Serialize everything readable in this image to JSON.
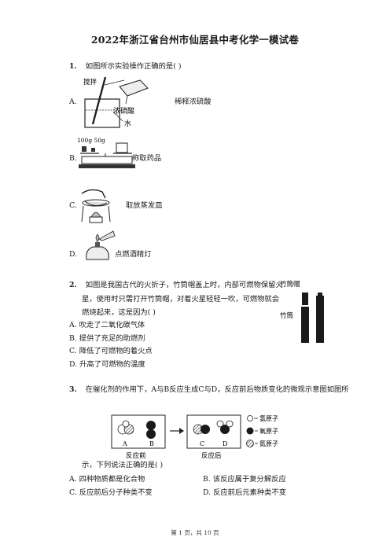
{
  "title": "2022年浙江省台州市仙居县中考化学一模试卷",
  "q1": {
    "num": "1.",
    "stem": "如图所示实验操作正确的是(    )",
    "options": [
      {
        "letter": "A.",
        "text": "稀释浓硫酸",
        "labels": {
          "stir": "搅拌",
          "acid": "浓硫酸",
          "water": "水"
        }
      },
      {
        "letter": "B.",
        "text": "称取药品",
        "labels": {
          "weights": "100g  50g"
        }
      },
      {
        "letter": "C.",
        "text": "取放蒸发皿"
      },
      {
        "letter": "D.",
        "text": "点燃酒精灯"
      }
    ]
  },
  "q2": {
    "num": "2.",
    "stem_lines": [
      "如图是我国古代的火折子，竹筒帽盖上时，内部可燃物保留火",
      "星，使用时只需打开竹筒帽，对着火星轻轻一吹，可燃物就会",
      "燃烧起来，这是因为(    )"
    ],
    "figure_labels": {
      "cap": "竹筒帽",
      "tube": "竹筒"
    },
    "options": [
      {
        "letter": "A.",
        "text": "吹走了二氧化碳气体"
      },
      {
        "letter": "B.",
        "text": "提供了充足的助燃剂"
      },
      {
        "letter": "C.",
        "text": "降低了可燃物的着火点"
      },
      {
        "letter": "D.",
        "text": "升高了可燃物的温度"
      }
    ]
  },
  "q3": {
    "num": "3.",
    "stem_line1": "在催化剂的作用下，A与B反应生成C与D，反应前后物质变化的微观示意图如图所",
    "stem_line2": "示，下列说法正确的是(    )",
    "figure": {
      "before_letters": [
        "A",
        "B"
      ],
      "after_letters": [
        "C",
        "D"
      ],
      "before_label": "反应前",
      "after_label": "反应后",
      "legend": [
        "氢原子",
        "氧原子",
        "氮原子"
      ]
    },
    "options": [
      {
        "letter": "A.",
        "text": "四种物质都是化合物"
      },
      {
        "letter": "B.",
        "text": "该反应属于复分解反应"
      },
      {
        "letter": "C.",
        "text": "反应前后分子种类不变"
      },
      {
        "letter": "D.",
        "text": "反应前后元素种类不变"
      }
    ]
  },
  "footer": "第 1 页，共 10 页"
}
